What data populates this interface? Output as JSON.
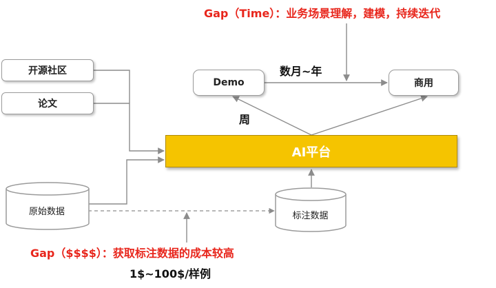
{
  "nodes": {
    "open_source": "开源社区",
    "papers": "论文",
    "raw_data": "原始数据",
    "demo": "Demo",
    "commercial": "商用",
    "platform": "AI平台",
    "labeled_data": "标注数据"
  },
  "labels": {
    "gap_time": "Gap（Time）：业务场景理解，建模，持续迭代",
    "months_years": "数月~年",
    "week": "周",
    "gap_cost": "Gap（$$$$）：获取标注数据的成本较高",
    "cost_range": "1$~100$/样例"
  },
  "colors": {
    "platform_fill": "#f5c400",
    "gap_text": "#e8261c",
    "border": "#9a9a9a",
    "arrow": "#8c8c8c"
  }
}
